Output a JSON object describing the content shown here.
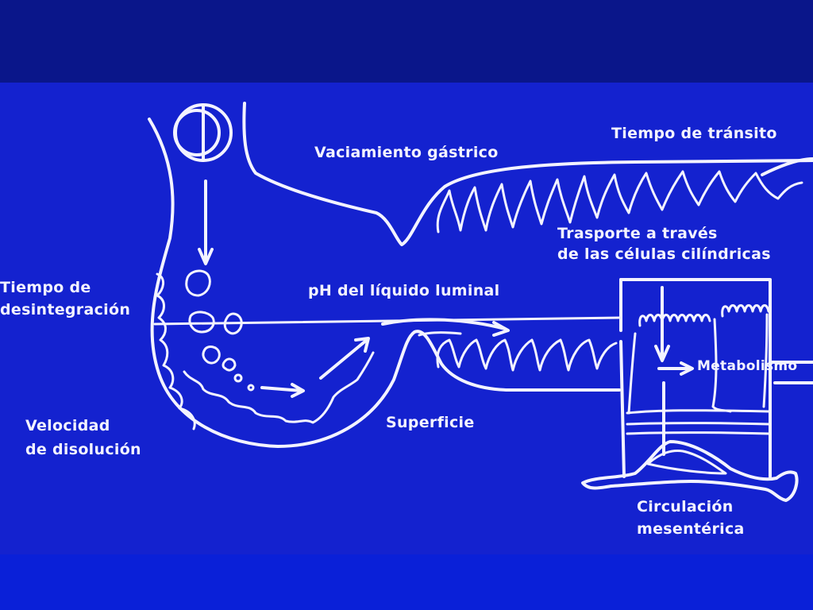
{
  "diagram": {
    "colors": {
      "background": "#1422cf",
      "top_band": "#0a168a",
      "line": "#f3f3ff"
    },
    "labels": {
      "vaciamiento": "Vaciamiento gástrico",
      "transito": "Tiempo de tránsito",
      "trasporte_1": "Trasporte a través",
      "trasporte_2": "de las células cilíndricas",
      "desintegracion_1": "Tiempo de",
      "desintegracion_2": "desintegración",
      "ph": "pH del líquido luminal",
      "metabolismo": "Metabolismo",
      "velocidad_1": "Velocidad",
      "velocidad_2": "de disolución",
      "superficie": "Superficie",
      "circulacion_1": "Circulación",
      "circulacion_2": "mesentérica"
    }
  }
}
